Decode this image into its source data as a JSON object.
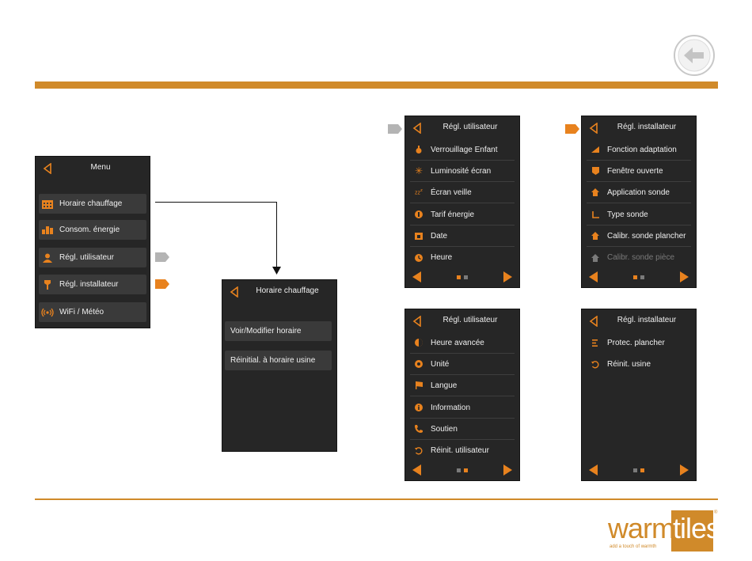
{
  "menu_screen": {
    "title": "Menu",
    "items": [
      {
        "label": "Horaire chauffage",
        "icon": "calendar-icon"
      },
      {
        "label": "Consom. énergie",
        "icon": "bar-chart-icon"
      },
      {
        "label": "Régl. utilisateur",
        "icon": "user-icon"
      },
      {
        "label": "Régl. installateur",
        "icon": "wrench-icon"
      },
      {
        "label": "WiFi / Météo",
        "icon": "wifi-icon"
      }
    ]
  },
  "schedule_screen": {
    "title": "Horaire chauffage",
    "items": [
      {
        "label": "Voir/Modifier horaire"
      },
      {
        "label": "Réinitial. à horaire usine"
      }
    ]
  },
  "user_screen_1": {
    "title": "Régl. utilisateur",
    "items": [
      {
        "label": "Verrouillage Enfant",
        "icon": "child-lock-icon"
      },
      {
        "label": "Luminosité écran",
        "icon": "brightness-icon"
      },
      {
        "label": "Écran veille",
        "icon": "sleep-icon"
      },
      {
        "label": "Tarif énergie",
        "icon": "tariff-icon"
      },
      {
        "label": "Date",
        "icon": "date-icon"
      },
      {
        "label": "Heure",
        "icon": "clock-icon"
      }
    ],
    "page_active": 1
  },
  "user_screen_2": {
    "title": "Régl. utilisateur",
    "items": [
      {
        "label": "Heure avancée",
        "icon": "daylight-icon"
      },
      {
        "label": "Unité",
        "icon": "unit-icon"
      },
      {
        "label": "Langue",
        "icon": "flag-icon"
      },
      {
        "label": "Information",
        "icon": "info-icon"
      },
      {
        "label": "Soutien",
        "icon": "phone-icon"
      },
      {
        "label": "Réinit. utilisateur",
        "icon": "reset-icon"
      }
    ],
    "page_active": 2
  },
  "installer_screen_1": {
    "title": "Régl. installateur",
    "items": [
      {
        "label": "Fonction adaptation",
        "icon": "adaptation-icon"
      },
      {
        "label": "Fenêtre ouverte",
        "icon": "window-icon"
      },
      {
        "label": "Application sonde",
        "icon": "sensor-app-icon"
      },
      {
        "label": "Type sonde",
        "icon": "sensor-type-icon"
      },
      {
        "label": "Calibr. sonde plancher",
        "icon": "floor-sensor-icon"
      },
      {
        "label": "Calibr. sonde pièce",
        "icon": "room-sensor-icon",
        "dimmed": true
      }
    ],
    "page_active": 1
  },
  "installer_screen_2": {
    "title": "Régl. installateur",
    "items": [
      {
        "label": "Protec. plancher",
        "icon": "floor-protect-icon"
      },
      {
        "label": "Réinit. usine",
        "icon": "reset-icon"
      }
    ],
    "page_active": 2
  },
  "logo": {
    "word_1": "warm",
    "word_2": "tiles",
    "registered": "®",
    "tagline": "add a touch of warmth"
  },
  "colors": {
    "accent_orange": "#e8821e",
    "brand_bar": "#d08a2a",
    "screen_bg": "#262626",
    "button_bg": "#3a3a3a",
    "tag_grey": "#b4b4b4"
  }
}
